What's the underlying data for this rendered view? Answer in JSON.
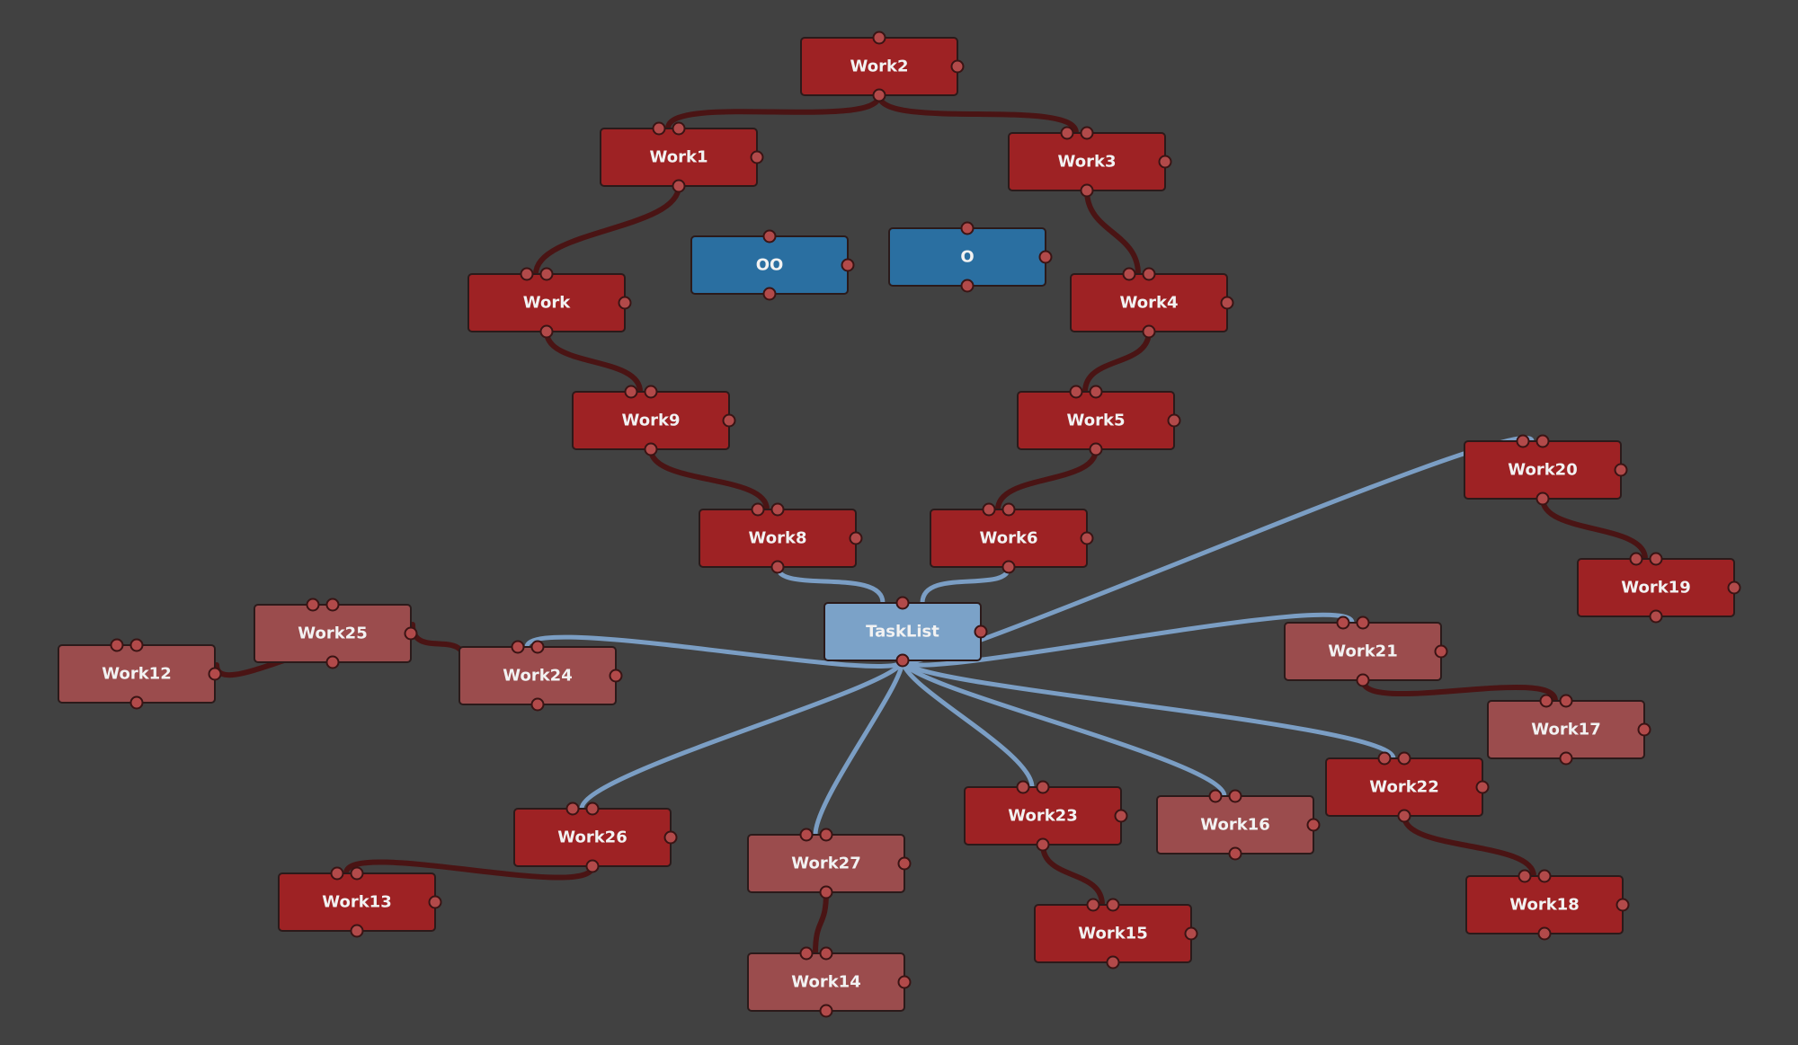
{
  "colors": {
    "background": "#414141",
    "work_dark": "#9e2224",
    "work_light": "#9b4c4d",
    "blue_dark": "#2a6fa1",
    "tasklist": "#7ba2c8",
    "edge_dark": "#4a1414",
    "edge_blue": "#7b9ec4",
    "port": "#b24a4a"
  },
  "nodes": [
    {
      "id": "Work2",
      "label": "Work2",
      "style": "work_dark"
    },
    {
      "id": "Work1",
      "label": "Work1",
      "style": "work_dark"
    },
    {
      "id": "Work3",
      "label": "Work3",
      "style": "work_dark"
    },
    {
      "id": "OO",
      "label": "OO",
      "style": "blue_dark"
    },
    {
      "id": "O",
      "label": "O",
      "style": "blue_dark"
    },
    {
      "id": "Work",
      "label": "Work",
      "style": "work_dark"
    },
    {
      "id": "Work4",
      "label": "Work4",
      "style": "work_dark"
    },
    {
      "id": "Work9",
      "label": "Work9",
      "style": "work_dark"
    },
    {
      "id": "Work5",
      "label": "Work5",
      "style": "work_dark"
    },
    {
      "id": "Work8",
      "label": "Work8",
      "style": "work_dark"
    },
    {
      "id": "Work6",
      "label": "Work6",
      "style": "work_dark"
    },
    {
      "id": "Work20",
      "label": "Work20",
      "style": "work_dark"
    },
    {
      "id": "Work19",
      "label": "Work19",
      "style": "work_dark"
    },
    {
      "id": "TaskList",
      "label": "TaskList",
      "style": "tasklist"
    },
    {
      "id": "Work25",
      "label": "Work25",
      "style": "work_light"
    },
    {
      "id": "Work12",
      "label": "Work12",
      "style": "work_light"
    },
    {
      "id": "Work24",
      "label": "Work24",
      "style": "work_light"
    },
    {
      "id": "Work21",
      "label": "Work21",
      "style": "work_light"
    },
    {
      "id": "Work17",
      "label": "Work17",
      "style": "work_light"
    },
    {
      "id": "Work22",
      "label": "Work22",
      "style": "work_dark"
    },
    {
      "id": "Work26",
      "label": "Work26",
      "style": "work_dark"
    },
    {
      "id": "Work27",
      "label": "Work27",
      "style": "work_light"
    },
    {
      "id": "Work23",
      "label": "Work23",
      "style": "work_dark"
    },
    {
      "id": "Work16",
      "label": "Work16",
      "style": "work_light"
    },
    {
      "id": "Work13",
      "label": "Work13",
      "style": "work_dark"
    },
    {
      "id": "Work18",
      "label": "Work18",
      "style": "work_dark"
    },
    {
      "id": "Work15",
      "label": "Work15",
      "style": "work_dark"
    },
    {
      "id": "Work14",
      "label": "Work14",
      "style": "work_light"
    }
  ],
  "edges": [
    {
      "from": "Work2",
      "to": "Work1",
      "style": "dark"
    },
    {
      "from": "Work2",
      "to": "Work3",
      "style": "dark"
    },
    {
      "from": "Work1",
      "to": "Work",
      "style": "dark"
    },
    {
      "from": "Work3",
      "to": "Work4",
      "style": "dark"
    },
    {
      "from": "Work",
      "to": "Work9",
      "style": "dark"
    },
    {
      "from": "Work4",
      "to": "Work5",
      "style": "dark"
    },
    {
      "from": "Work9",
      "to": "Work8",
      "style": "dark"
    },
    {
      "from": "Work5",
      "to": "Work6",
      "style": "dark"
    },
    {
      "from": "Work8",
      "to": "TaskList",
      "style": "blue"
    },
    {
      "from": "Work6",
      "to": "TaskList",
      "style": "blue"
    },
    {
      "from": "Work20",
      "to": "Work19",
      "style": "dark"
    },
    {
      "from": "Work21",
      "to": "Work17",
      "style": "dark"
    },
    {
      "from": "Work22",
      "to": "Work18",
      "style": "dark"
    },
    {
      "from": "Work23",
      "to": "Work15",
      "style": "dark"
    },
    {
      "from": "Work27",
      "to": "Work14",
      "style": "dark"
    },
    {
      "from": "Work26",
      "to": "Work13",
      "style": "dark"
    },
    {
      "from": "Work12",
      "to": "Work25",
      "style": "dark"
    },
    {
      "from": "Work25",
      "to": "Work24",
      "style": "dark"
    },
    {
      "from": "TaskList",
      "to": "Work20",
      "style": "blue"
    },
    {
      "from": "TaskList",
      "to": "Work21",
      "style": "blue"
    },
    {
      "from": "TaskList",
      "to": "Work22",
      "style": "blue"
    },
    {
      "from": "TaskList",
      "to": "Work16",
      "style": "blue"
    },
    {
      "from": "TaskList",
      "to": "Work23",
      "style": "blue"
    },
    {
      "from": "TaskList",
      "to": "Work27",
      "style": "blue"
    },
    {
      "from": "TaskList",
      "to": "Work26",
      "style": "blue"
    },
    {
      "from": "TaskList",
      "to": "Work24",
      "style": "blue"
    }
  ]
}
